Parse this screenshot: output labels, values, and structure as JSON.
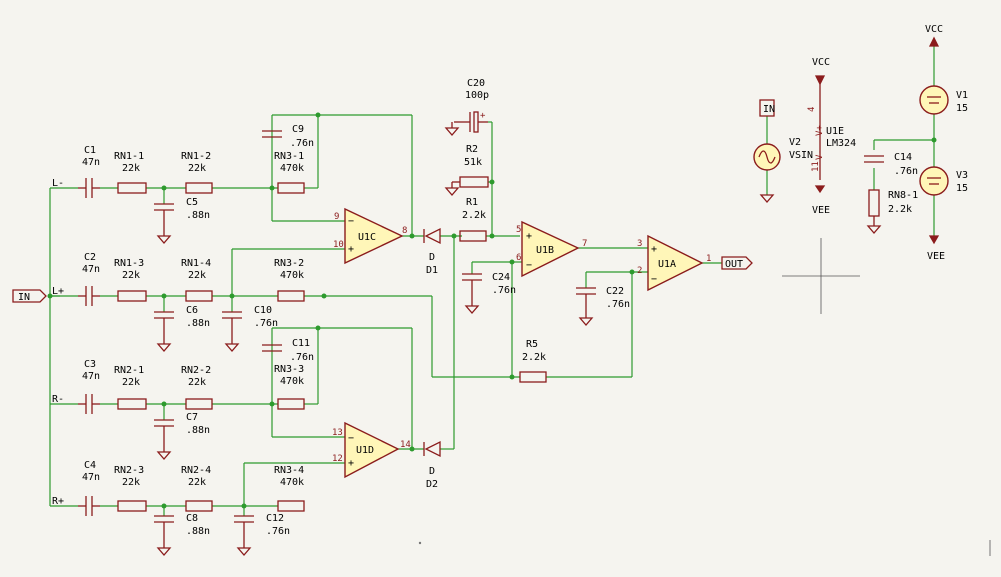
{
  "nets": {
    "l_minus": "L-",
    "l_plus": "L+",
    "r_minus": "R-",
    "r_plus": "R+",
    "in": "IN",
    "out": "OUT",
    "vcc": "VCC",
    "vee": "VEE"
  },
  "caps": {
    "c1": {
      "ref": "C1",
      "val": "47n"
    },
    "c2": {
      "ref": "C2",
      "val": "47n"
    },
    "c3": {
      "ref": "C3",
      "val": "47n"
    },
    "c4": {
      "ref": "C4",
      "val": "47n"
    },
    "c5": {
      "ref": "C5",
      "val": ".88n"
    },
    "c6": {
      "ref": "C6",
      "val": ".88n"
    },
    "c7": {
      "ref": "C7",
      "val": ".88n"
    },
    "c8": {
      "ref": "C8",
      "val": ".88n"
    },
    "c9": {
      "ref": "C9",
      "val": ".76n"
    },
    "c10": {
      "ref": "C10",
      "val": ".76n"
    },
    "c11": {
      "ref": "C11",
      "val": ".76n"
    },
    "c12": {
      "ref": "C12",
      "val": ".76n"
    },
    "c14": {
      "ref": "C14",
      "val": ".76n"
    },
    "c20": {
      "ref": "C20",
      "val": "100p"
    },
    "c22": {
      "ref": "C22",
      "val": ".76n"
    },
    "c24": {
      "ref": "C24",
      "val": ".76n"
    }
  },
  "resistors": {
    "rn1_1": {
      "ref": "RN1-1",
      "val": "22k"
    },
    "rn1_2": {
      "ref": "RN1-2",
      "val": "22k"
    },
    "rn1_3": {
      "ref": "RN1-3",
      "val": "22k"
    },
    "rn1_4": {
      "ref": "RN1-4",
      "val": "22k"
    },
    "rn2_1": {
      "ref": "RN2-1",
      "val": "22k"
    },
    "rn2_2": {
      "ref": "RN2-2",
      "val": "22k"
    },
    "rn2_3": {
      "ref": "RN2-3",
      "val": "22k"
    },
    "rn2_4": {
      "ref": "RN2-4",
      "val": "22k"
    },
    "rn3_1": {
      "ref": "RN3-1",
      "val": "470k"
    },
    "rn3_2": {
      "ref": "RN3-2",
      "val": "470k"
    },
    "rn3_3": {
      "ref": "RN3-3",
      "val": "470k"
    },
    "rn3_4": {
      "ref": "RN3-4",
      "val": "470k"
    },
    "r1": {
      "ref": "R1",
      "val": "2.2k"
    },
    "r2": {
      "ref": "R2",
      "val": "51k"
    },
    "r5": {
      "ref": "R5",
      "val": "2.2k"
    },
    "rn8_1": {
      "ref": "RN8-1",
      "val": "2.2k"
    }
  },
  "opamps": {
    "u1a": "U1A",
    "u1b": "U1B",
    "u1c": "U1C",
    "u1d": "U1D",
    "u1e": "U1E",
    "u1e_part": "LM324"
  },
  "diodes": {
    "d1": {
      "ref": "D1",
      "val": "D"
    },
    "d2": {
      "ref": "D2",
      "val": "D"
    }
  },
  "sources": {
    "v1": {
      "ref": "V1",
      "val": "15"
    },
    "v2": {
      "ref": "V2",
      "val": "VSIN"
    },
    "v3": {
      "ref": "V3",
      "val": "15"
    }
  },
  "pins": {
    "u1c_inv": "9",
    "u1c_non": "10",
    "u1c_out": "8",
    "u1d_inv": "13",
    "u1d_non": "12",
    "u1d_out": "14",
    "u1b_non": "5",
    "u1b_inv": "6",
    "u1b_out": "7",
    "u1a_non": "3",
    "u1a_inv": "2",
    "u1a_out": "1",
    "u1e_vp": "4",
    "u1e_vn": "11",
    "u1e_vp_lbl": "V+",
    "u1e_vn_lbl": "V-"
  },
  "symbols": {
    "plus": "+",
    "minus": "−"
  }
}
